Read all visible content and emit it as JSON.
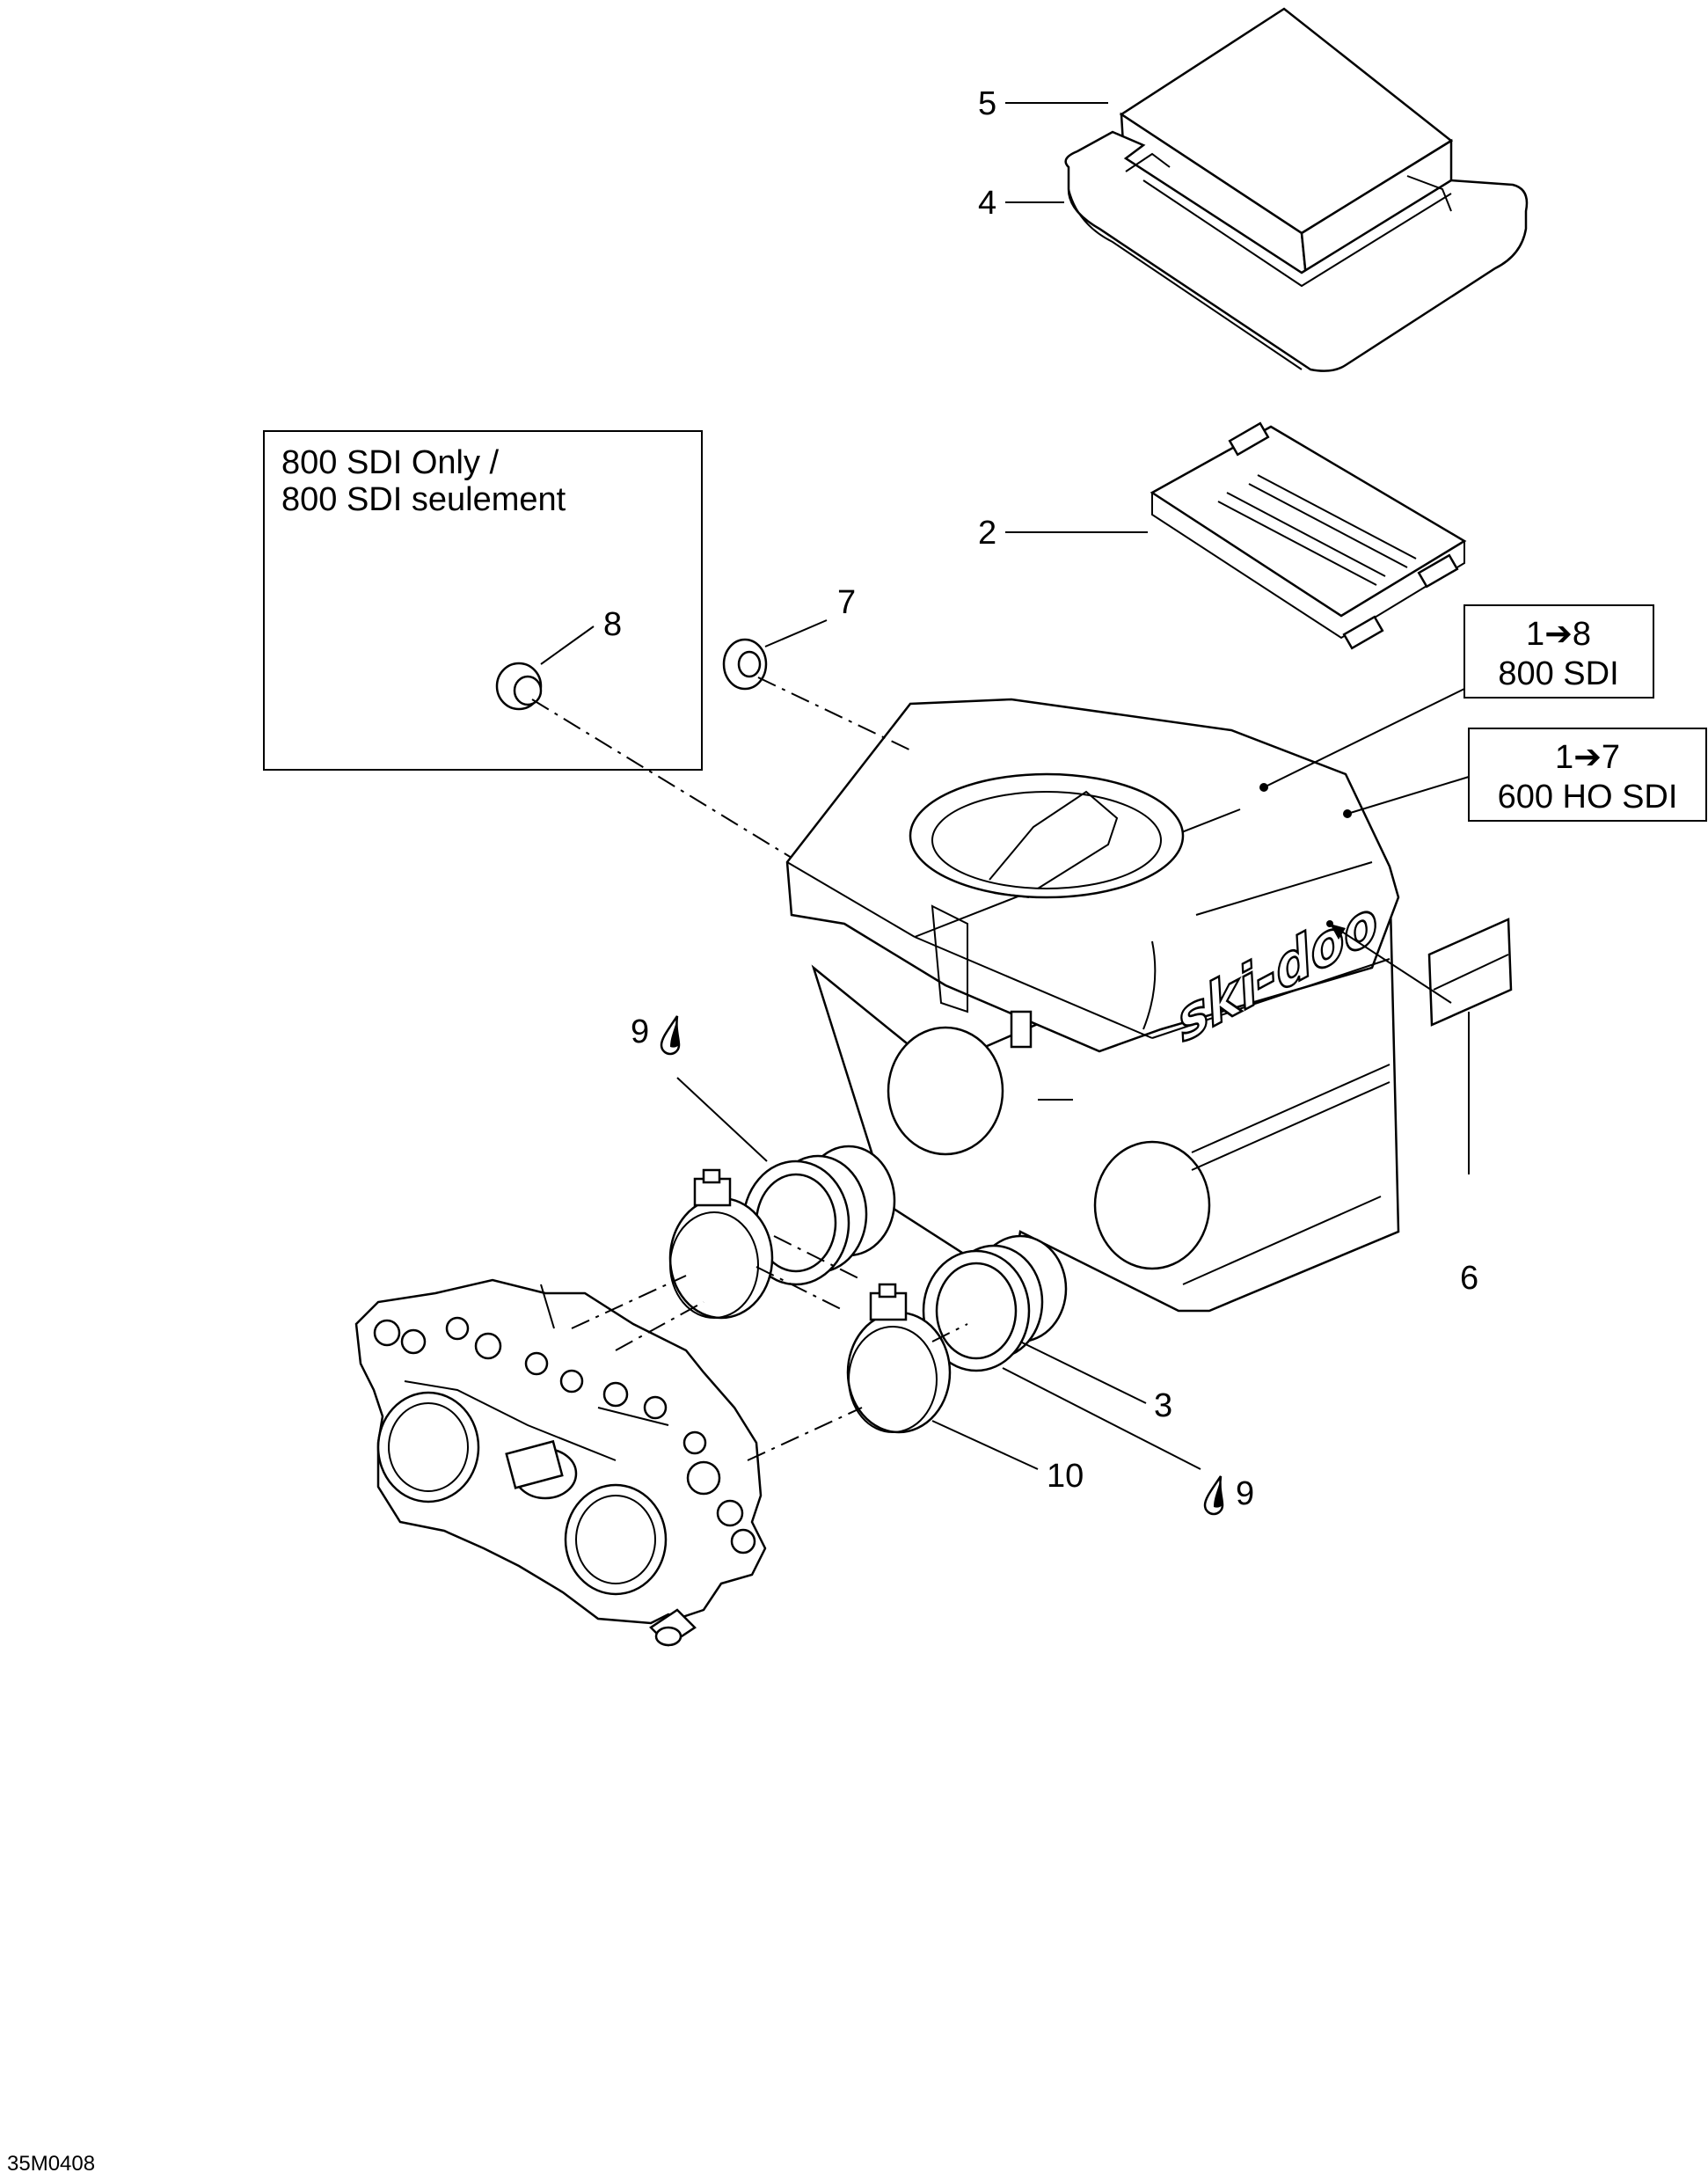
{
  "callouts": {
    "c5": "5",
    "c4": "4",
    "c2": "2",
    "c7": "7",
    "c8": "8",
    "c9a": "9",
    "c9b": "9",
    "c3": "3",
    "c10": "10",
    "c6": "6"
  },
  "inset": {
    "line1": "800 SDI Only /",
    "line2": "800 SDI seulement"
  },
  "model_boxes": [
    {
      "range": "1➔8",
      "model": "800 SDI"
    },
    {
      "range": "1➔7",
      "model": "600 HO SDI"
    }
  ],
  "logo_text": "ski-doo",
  "drawing_code": "35M0408",
  "icons": {
    "lubricant": "oil-drop-icon"
  }
}
